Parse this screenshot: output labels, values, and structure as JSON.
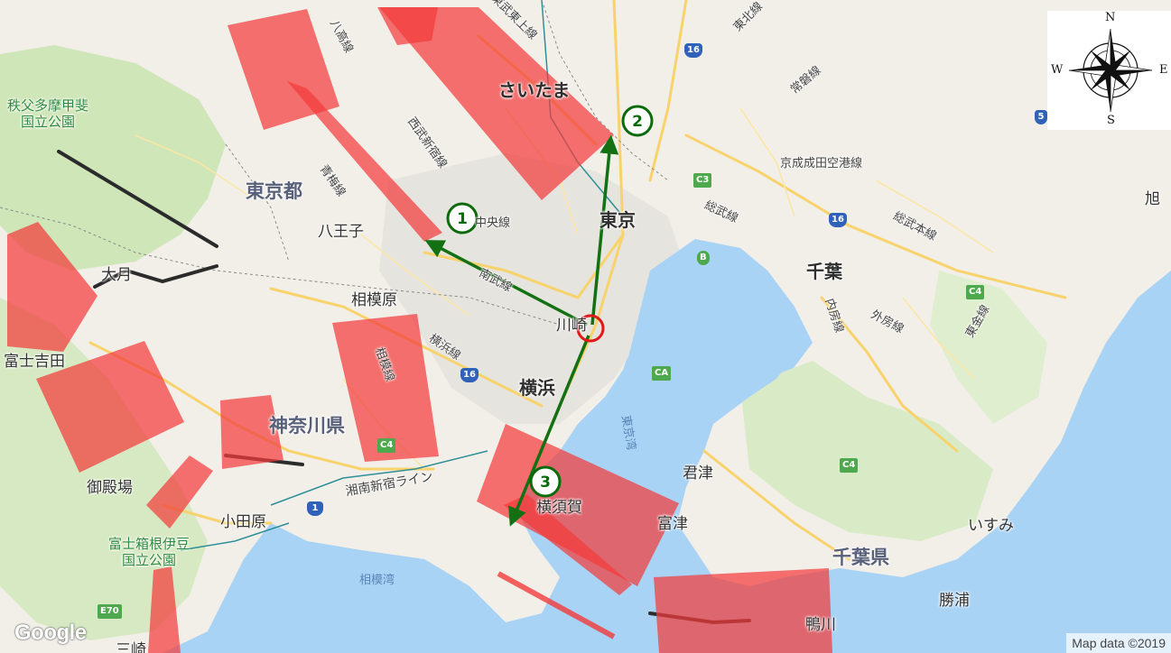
{
  "map": {
    "places": {
      "saitama": "さいたま",
      "tokyo": "東京",
      "chiba": "千葉",
      "yokohama": "横浜",
      "hachioji": "八王子",
      "sagamihara": "相模原",
      "otsuki": "大月",
      "fujiyoshida": "富士吉田",
      "gotemba": "御殿場",
      "odawara": "小田原",
      "yokosuka": "横須賀",
      "kisarazu": "君津",
      "futtsu": "富津",
      "isumi": "いすみ",
      "katsuura": "勝浦",
      "kamogawa": "鴨川",
      "asahi": "旭",
      "kawasaki": "川崎",
      "misaki": "三崎"
    },
    "prefectures": {
      "tokyo_to": "東京都",
      "kanagawa": "神奈川県",
      "chiba_ken": "千葉県"
    },
    "parks": {
      "chichibu": "秩父多摩甲斐\n国立公園",
      "fuji_hakone": "富士箱根伊豆\n国立公園"
    },
    "rail_lines": {
      "hachiko": "八高線",
      "seibu_shinjuku": "西武新宿線",
      "ome": "青梅線",
      "chuo": "中央線",
      "nambu": "南武線",
      "yokohama_line": "横浜線",
      "sagami": "相模線",
      "shonan_shinjuku": "湘南新宿ライン",
      "tobu_tojo": "東武東上線",
      "keisei_narita": "京成成田空港線",
      "sobu": "総武線",
      "sobu_honsen": "総武本線",
      "uchibo": "内房線",
      "sotobo": "外房線",
      "togane": "東金線",
      "joban": "常磐線",
      "tohoku": "東北線"
    },
    "water": {
      "sagami_bay": "相模湾",
      "uraga": "東京湾"
    },
    "shields": {
      "r16_north": "16",
      "r16_east": "16",
      "r16_south": "16",
      "c3": "C3",
      "c4_east": "C4",
      "c4_kanagawa": "C4",
      "c4_chiba": "C4",
      "ca": "CA",
      "b": "B",
      "e70": "E70",
      "r1": "1",
      "r5": "5"
    },
    "waypoints": [
      {
        "label": "1"
      },
      {
        "label": "2"
      },
      {
        "label": "3"
      }
    ],
    "route_color": "#137013",
    "zone_color": "#f23b3b",
    "marker_color": "#e01818",
    "compass": {
      "north": "N",
      "south": "S",
      "east": "E",
      "west": "W"
    },
    "google_logo": "Google",
    "attribution": "Map data ©2019"
  }
}
